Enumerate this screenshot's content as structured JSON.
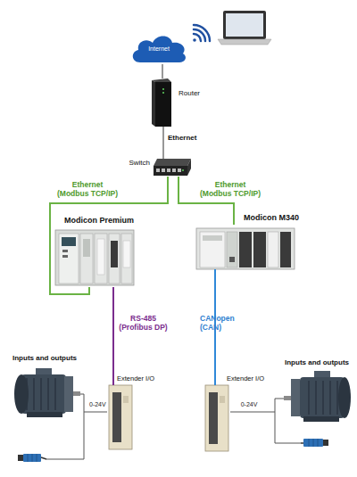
{
  "diagram": {
    "nodes": [
      {
        "text": [
          "Internet"
        ]
      },
      {
        "text": [
          "Router"
        ]
      },
      {
        "text": [
          "Switch"
        ]
      },
      {
        "text": [
          "Modicon Premium"
        ]
      },
      {
        "text": [
          "Modicon M340"
        ]
      },
      {
        "text": [
          "Inputs and outputs"
        ]
      },
      {
        "text": [
          "Extender I/O"
        ]
      },
      {
        "text": [
          "Extender I/O"
        ]
      },
      {
        "text": [
          "Inputs and outputs"
        ]
      }
    ],
    "edges": [
      {
        "from": 0,
        "to": 1,
        "arrow": "none"
      },
      {
        "from": 1,
        "to": 2,
        "label": "Ethernet",
        "arrow": "none"
      },
      {
        "from": 2,
        "to": 3,
        "label": "Ethernet (Modbus TCP/IP)",
        "arrow": "none"
      },
      {
        "from": 2,
        "to": 4,
        "label": "Ethernet (Modbus TCP/IP)",
        "arrow": "none"
      },
      {
        "from": 3,
        "to": 6,
        "label": "RS-485 (Profibus DP)",
        "arrow": "none"
      },
      {
        "from": 4,
        "to": 7,
        "label": "CANopen (CAN)",
        "arrow": "none"
      },
      {
        "from": 6,
        "to": 5,
        "label": "0-24V",
        "arrow": "none"
      },
      {
        "from": 7,
        "to": 8,
        "label": "0-24V",
        "arrow": "none"
      }
    ]
  }
}
